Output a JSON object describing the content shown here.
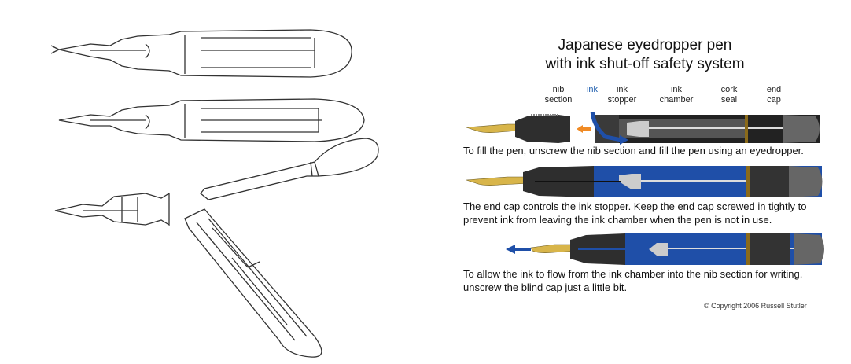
{
  "title": {
    "line1": "Japanese eyedropper pen",
    "line2": "with ink shut-off safety system"
  },
  "labels": {
    "nib_section": {
      "l1": "nib",
      "l2": "section"
    },
    "ink": "ink",
    "ink_stopper": {
      "l1": "ink",
      "l2": "stopper"
    },
    "ink_chamber": {
      "l1": "ink",
      "l2": "chamber"
    },
    "cork_seal": {
      "l1": "cork",
      "l2": "seal"
    },
    "end_cap": {
      "l1": "end",
      "l2": "cap"
    }
  },
  "captions": {
    "fill": "To fill the pen, unscrew the nib section and fill the pen using an eyedropper.",
    "closed_l1": "The end cap controls the ink stopper. Keep the end cap screwed in tightly to",
    "closed_l2": "prevent ink from leaving the ink chamber when the pen is not in use.",
    "open_l1": "To allow the ink to flow from the ink chamber into the nib section for writing,",
    "open_l2": "unscrew the blind cap just a little bit."
  },
  "copyright": "© Copyright 2006 Russell Stutler",
  "colors": {
    "ink_blue": "#1f4fa8",
    "arrow_orange": "#f08a24",
    "nib_gold": "#d8b54a",
    "body_dark": "#2a2a2a"
  }
}
